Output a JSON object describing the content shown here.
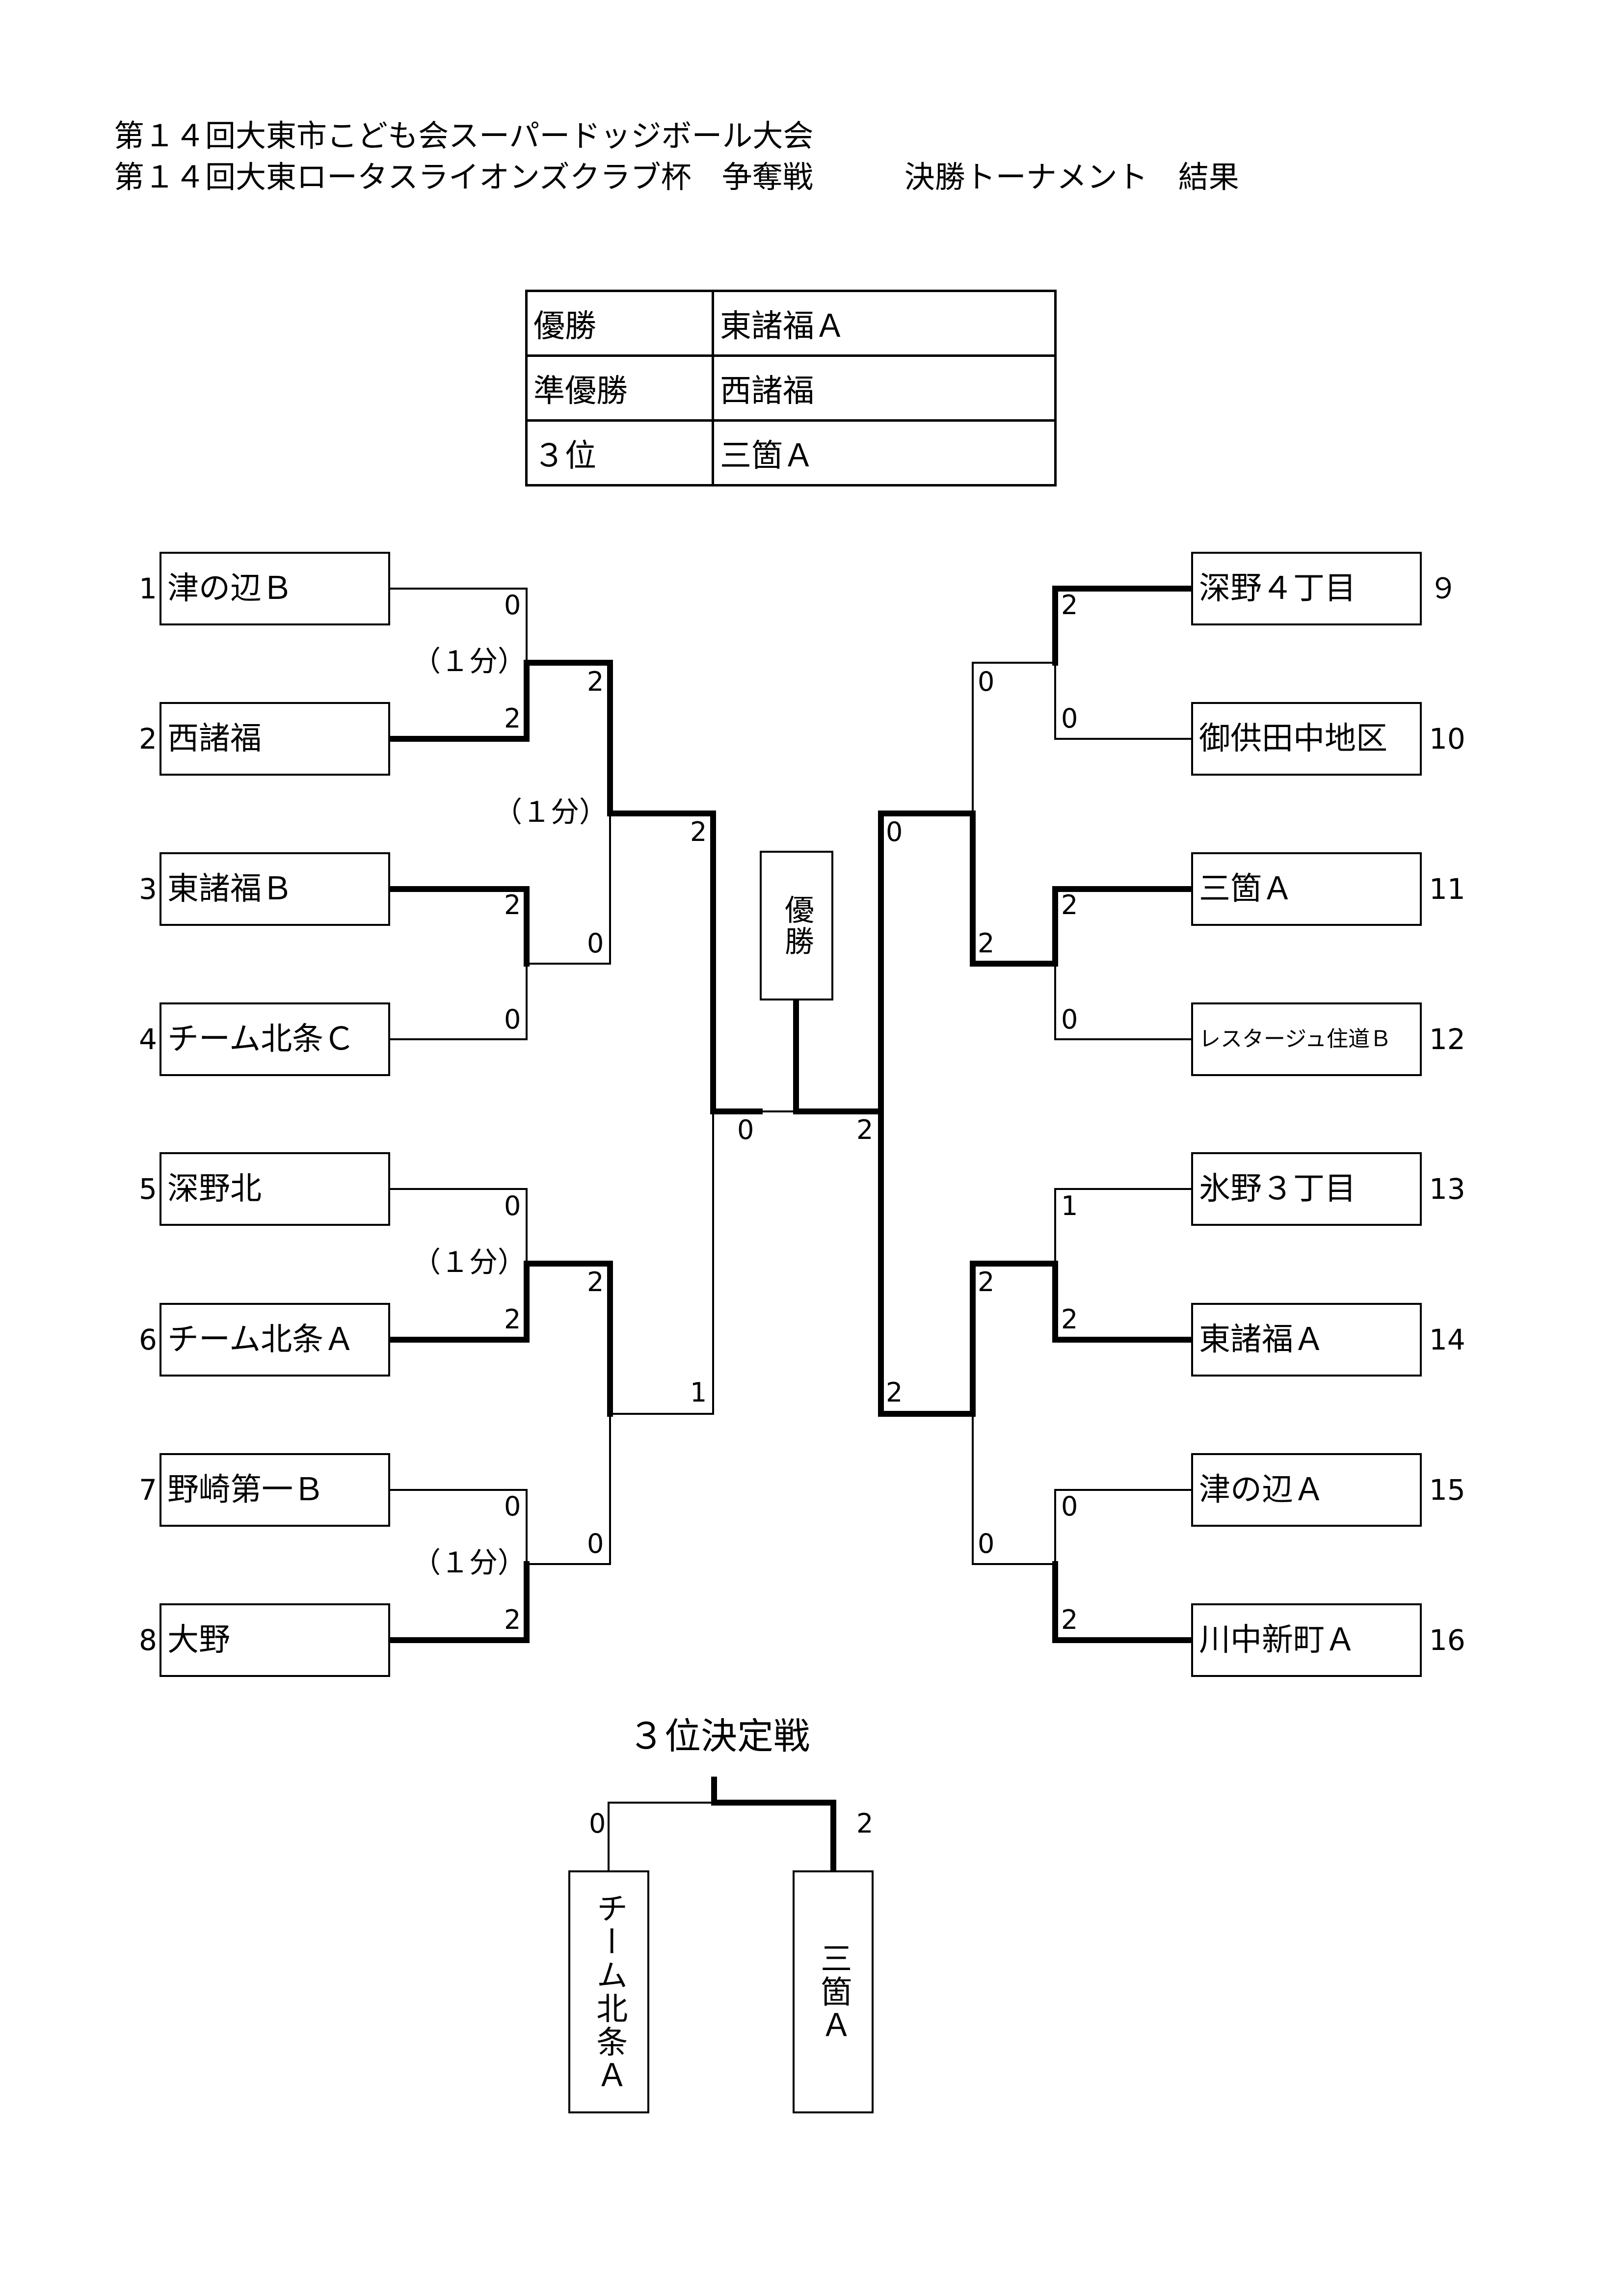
{
  "title_line1": "第１４回大東市こども会スーパードッジボール大会",
  "title_line2": "第１４回大東ロータスライオンズクラブ杯　争奪戦　　　決勝トーナメント　結果",
  "results": [
    {
      "rank": "優勝",
      "team": "東諸福Ａ"
    },
    {
      "rank": "準優勝",
      "team": "西諸福"
    },
    {
      "rank": "３位",
      "team": "三箇Ａ"
    }
  ],
  "left_teams": [
    {
      "seed": "1",
      "name": "津の辺Ｂ"
    },
    {
      "seed": "2",
      "name": "西諸福"
    },
    {
      "seed": "3",
      "name": "東諸福Ｂ"
    },
    {
      "seed": "4",
      "name": "チーム北条Ｃ"
    },
    {
      "seed": "5",
      "name": "深野北"
    },
    {
      "seed": "6",
      "name": "チーム北条Ａ"
    },
    {
      "seed": "7",
      "name": "野崎第一Ｂ"
    },
    {
      "seed": "8",
      "name": "大野"
    }
  ],
  "right_teams": [
    {
      "seed": "９",
      "name": "深野４丁目"
    },
    {
      "seed": "10",
      "name": "御供田中地区"
    },
    {
      "seed": "11",
      "name": "三箇Ａ"
    },
    {
      "seed": "12",
      "name": "レスタージュ住道Ｂ"
    },
    {
      "seed": "13",
      "name": "氷野３丁目"
    },
    {
      "seed": "14",
      "name": "東諸福Ａ"
    },
    {
      "seed": "15",
      "name": "津の辺Ａ"
    },
    {
      "seed": "16",
      "name": "川中新町Ａ"
    }
  ],
  "overtime_note": "（１分）",
  "champion_label": "優勝",
  "third_place": {
    "title": "３位決定戦",
    "team_a": "チーム北条Ａ",
    "team_b": "三箇Ａ",
    "score_a": "0",
    "score_b": "2"
  },
  "scores": {
    "r1": [
      "0",
      "2",
      "2",
      "0",
      "0",
      "2",
      "0",
      "2",
      "2",
      "0",
      "2",
      "0",
      "1",
      "2",
      "0",
      "2"
    ],
    "qf": [
      "2",
      "0",
      "2",
      "0",
      "0",
      "2",
      "2",
      "0"
    ],
    "sf": [
      "2",
      "1",
      "0",
      "2"
    ],
    "final": [
      "0",
      "2"
    ]
  }
}
